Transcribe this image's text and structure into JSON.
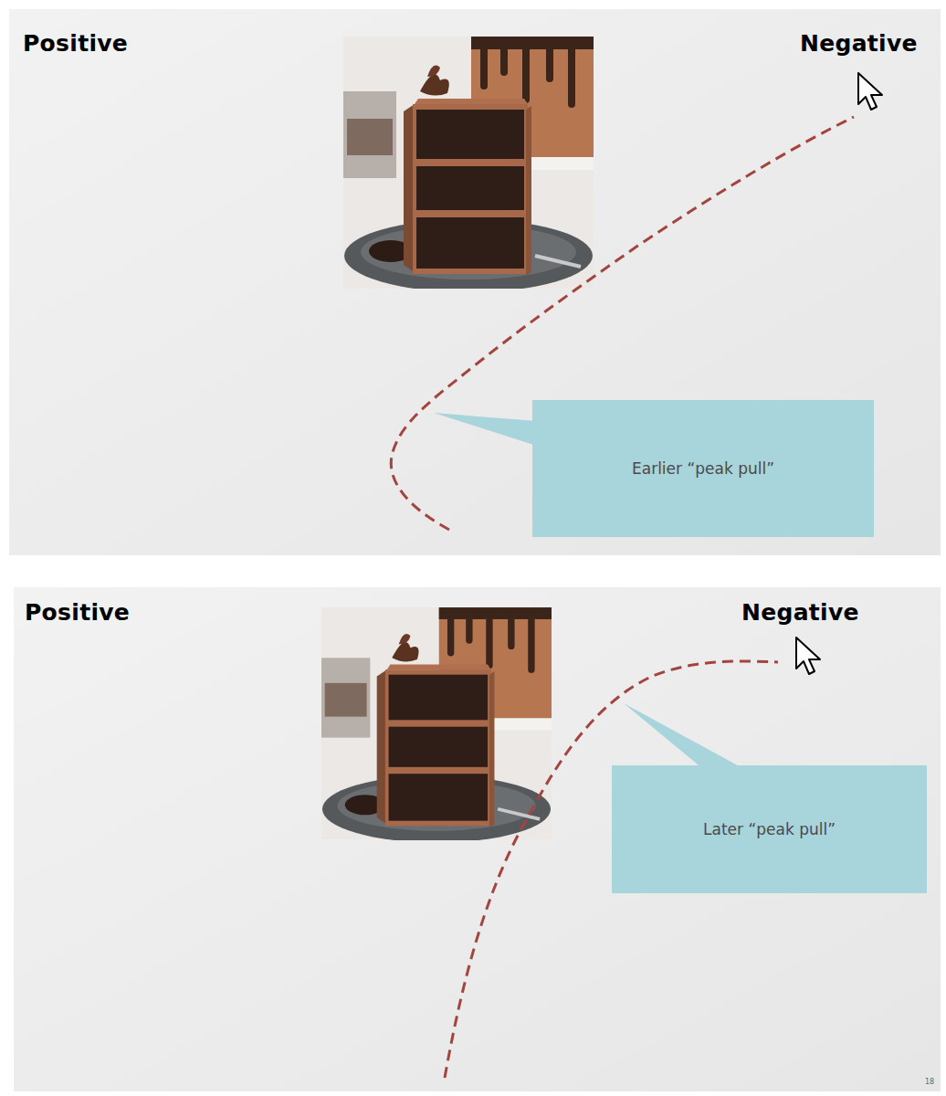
{
  "diagram": {
    "nodes": [
      {
        "text": [
          "Earlier “peak pull”"
        ]
      },
      {
        "text": [
          "Later “peak pull”"
        ]
      }
    ],
    "labels": [
      "Positive",
      "Negative",
      "Positive",
      "Negative",
      "18"
    ]
  }
}
